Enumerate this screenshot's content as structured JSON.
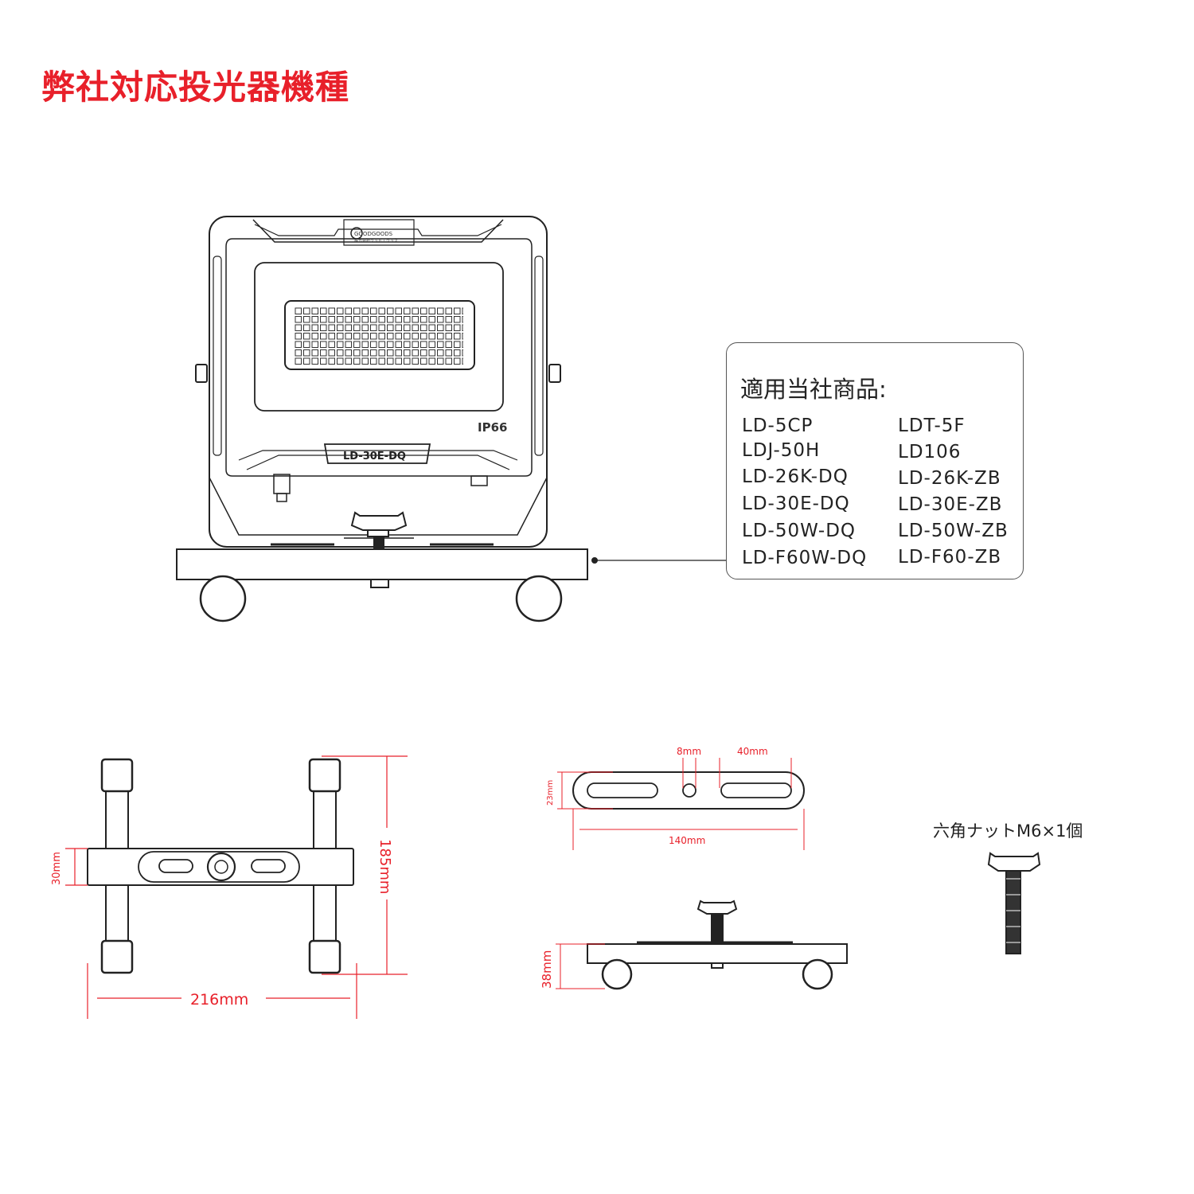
{
  "title": "弊社対応投光器機種",
  "light": {
    "brand": "GOODGOODS",
    "brand_sub": "株式会社グッド・グッズ",
    "ip_rating": "IP66",
    "model": "LD-30E-DQ"
  },
  "callout": {
    "title": "適用当社商品:",
    "left_column": [
      "LD-5CP",
      "LDJ-50H",
      "LD-26K-DQ",
      "LD-30E-DQ",
      "LD-50W-DQ",
      "LD-F60W-DQ"
    ],
    "right_column": [
      "LDT-5F",
      "LD106",
      "LD-26K-ZB",
      "LD-30E-ZB",
      "LD-50W-ZB",
      "LD-F60-ZB"
    ]
  },
  "dimensions": {
    "width": "216mm",
    "depth": "185mm",
    "bar_width": "30mm",
    "plate_hole": "8mm",
    "plate_slot": "40mm",
    "plate_height": "23mm",
    "plate_length": "140mm",
    "base_height": "38mm"
  },
  "nut_label": "六角ナットM6×1個",
  "colors": {
    "title": "#e8202a",
    "dimension": "#e8202a",
    "line": "#222222"
  }
}
